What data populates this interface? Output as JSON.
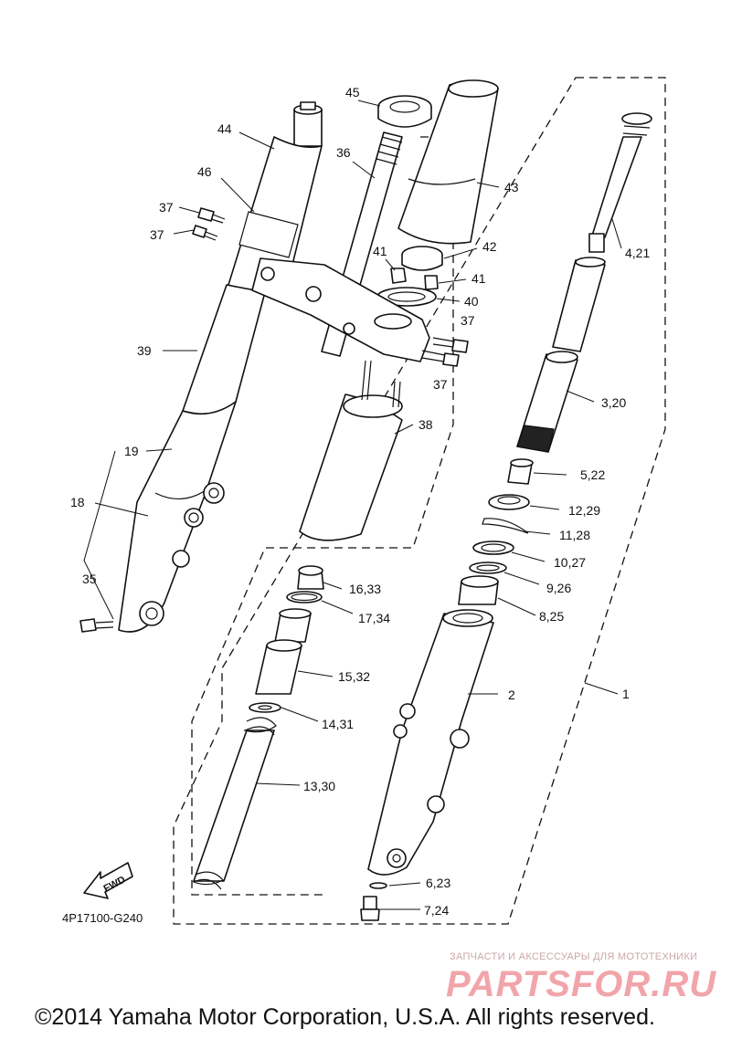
{
  "diagram_code": "4P17100-G240",
  "fwd_label": "FWD",
  "copyright": "©2014 Yamaha Motor Corporation, U.S.A. All rights reserved.",
  "watermark": {
    "tagline": "ЗАПЧАСТИ И АКСЕССУАРЫ ДЛЯ МОТОТЕХНИКИ",
    "logo": "PARTSFOR.RU"
  },
  "callouts": [
    {
      "id": "c45",
      "text": "45"
    },
    {
      "id": "c44",
      "text": "44"
    },
    {
      "id": "c36",
      "text": "36"
    },
    {
      "id": "c43",
      "text": "43"
    },
    {
      "id": "c46",
      "text": "46"
    },
    {
      "id": "c37a",
      "text": "37"
    },
    {
      "id": "c37b",
      "text": "37"
    },
    {
      "id": "c42",
      "text": "42"
    },
    {
      "id": "c41a",
      "text": "41"
    },
    {
      "id": "c41b",
      "text": "41"
    },
    {
      "id": "c40",
      "text": "40"
    },
    {
      "id": "c37c",
      "text": "37"
    },
    {
      "id": "c37d",
      "text": "37"
    },
    {
      "id": "c39",
      "text": "39"
    },
    {
      "id": "c38",
      "text": "38"
    },
    {
      "id": "c19",
      "text": "19"
    },
    {
      "id": "c18",
      "text": "18"
    },
    {
      "id": "c35",
      "text": "35"
    },
    {
      "id": "c4_21",
      "text": "4,21"
    },
    {
      "id": "c3_20",
      "text": "3,20"
    },
    {
      "id": "c5_22",
      "text": "5,22"
    },
    {
      "id": "c12_29",
      "text": "12,29"
    },
    {
      "id": "c11_28",
      "text": "11,28"
    },
    {
      "id": "c10_27",
      "text": "10,27"
    },
    {
      "id": "c9_26",
      "text": "9,26"
    },
    {
      "id": "c8_25",
      "text": "8,25"
    },
    {
      "id": "c16_33",
      "text": "16,33"
    },
    {
      "id": "c17_34",
      "text": "17,34"
    },
    {
      "id": "c15_32",
      "text": "15,32"
    },
    {
      "id": "c14_31",
      "text": "14,31"
    },
    {
      "id": "c13_30",
      "text": "13,30"
    },
    {
      "id": "c2",
      "text": "2"
    },
    {
      "id": "c1",
      "text": "1"
    },
    {
      "id": "c6_23",
      "text": "6,23"
    },
    {
      "id": "c7_24",
      "text": "7,24"
    }
  ]
}
